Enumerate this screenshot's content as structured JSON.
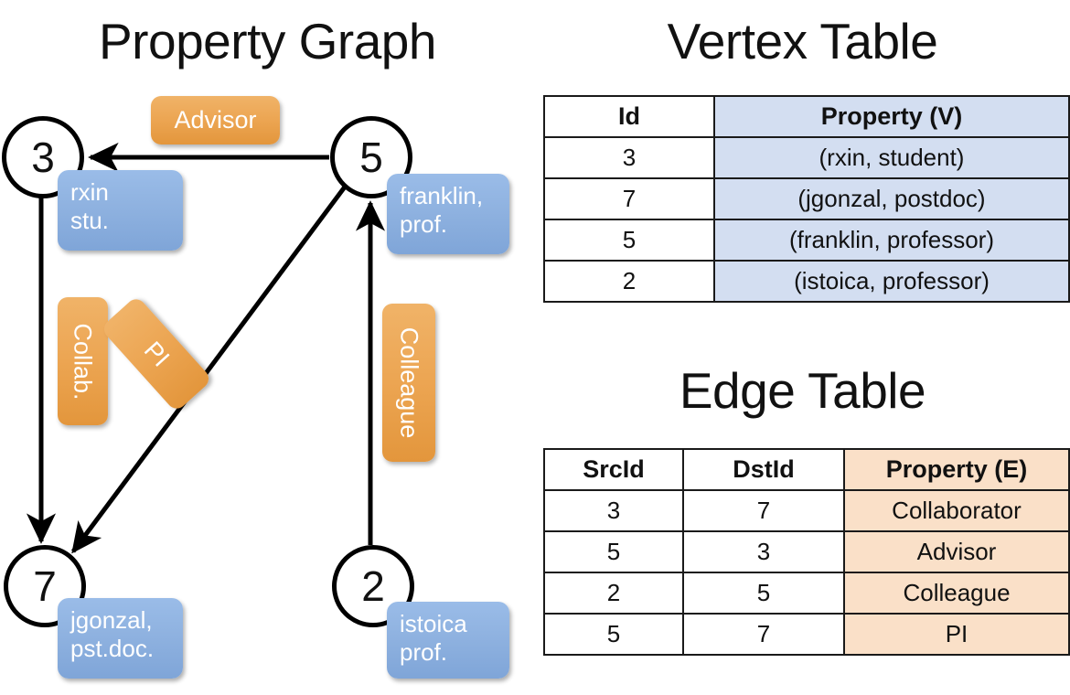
{
  "titles": {
    "property_graph": "Property Graph",
    "vertex_table": "Vertex Table",
    "edge_table": "Edge Table"
  },
  "graph": {
    "nodes": [
      {
        "id": "3",
        "label_line1": "rxin",
        "label_line2": "stu."
      },
      {
        "id": "5",
        "label_line1": "franklin,",
        "label_line2": "prof."
      },
      {
        "id": "7",
        "label_line1": "jgonzal,",
        "label_line2": "pst.doc."
      },
      {
        "id": "2",
        "label_line1": "istoica",
        "label_line2": "prof."
      }
    ],
    "edge_labels": {
      "advisor": "Advisor",
      "collab": "Collab.",
      "pi": "PI",
      "colleague": "Colleague"
    }
  },
  "vertex_table": {
    "headers": [
      "Id",
      "Property (V)"
    ],
    "rows": [
      {
        "id": "3",
        "property": "(rxin, student)"
      },
      {
        "id": "7",
        "property": "(jgonzal, postdoc)"
      },
      {
        "id": "5",
        "property": "(franklin, professor)"
      },
      {
        "id": "2",
        "property": "(istoica, professor)"
      }
    ]
  },
  "edge_table": {
    "headers": [
      "SrcId",
      "DstId",
      "Property (E)"
    ],
    "rows": [
      {
        "src": "3",
        "dst": "7",
        "property": "Collaborator"
      },
      {
        "src": "5",
        "dst": "3",
        "property": "Advisor"
      },
      {
        "src": "2",
        "dst": "5",
        "property": "Colleague"
      },
      {
        "src": "5",
        "dst": "7",
        "property": "PI"
      }
    ]
  },
  "colors": {
    "vertex_header_fill": "#D3DEF1",
    "edge_header_fill": "#FAE0C8",
    "vertex_label_blue": "#8FB2E0",
    "edge_label_orange": "#ECA552",
    "stroke": "#000000"
  }
}
